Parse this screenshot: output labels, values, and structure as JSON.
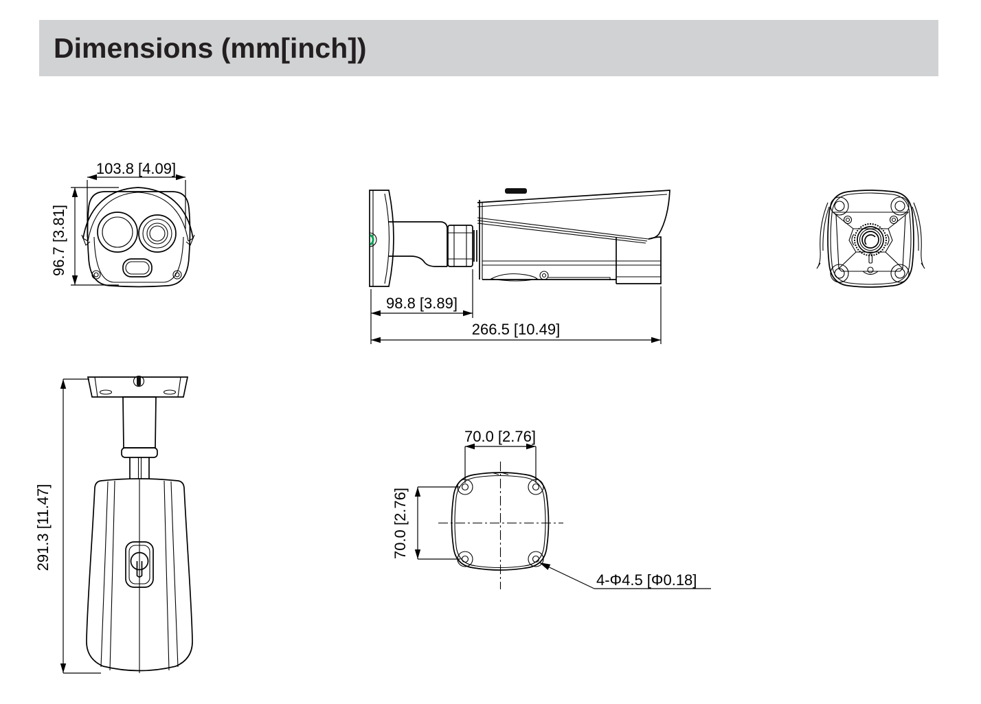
{
  "header": {
    "title": "Dimensions (mm[inch])"
  },
  "colors": {
    "header_bg": "#d0d2d3",
    "line": "#000000",
    "accent_green": "#00a651"
  },
  "views": {
    "front": {
      "width": "103.8 [4.09]",
      "height": "96.7 [3.81]"
    },
    "side": {
      "bracket_depth": "98.8 [3.89]",
      "total_length": "266.5 [10.49]"
    },
    "top": {
      "total_height": "291.3 [11.47]"
    },
    "base": {
      "hole_spacing_h": "70.0 [2.76]",
      "hole_spacing_v": "70.0 [2.76]",
      "hole_callout": "4-Φ4.5 [Φ0.18]"
    }
  }
}
